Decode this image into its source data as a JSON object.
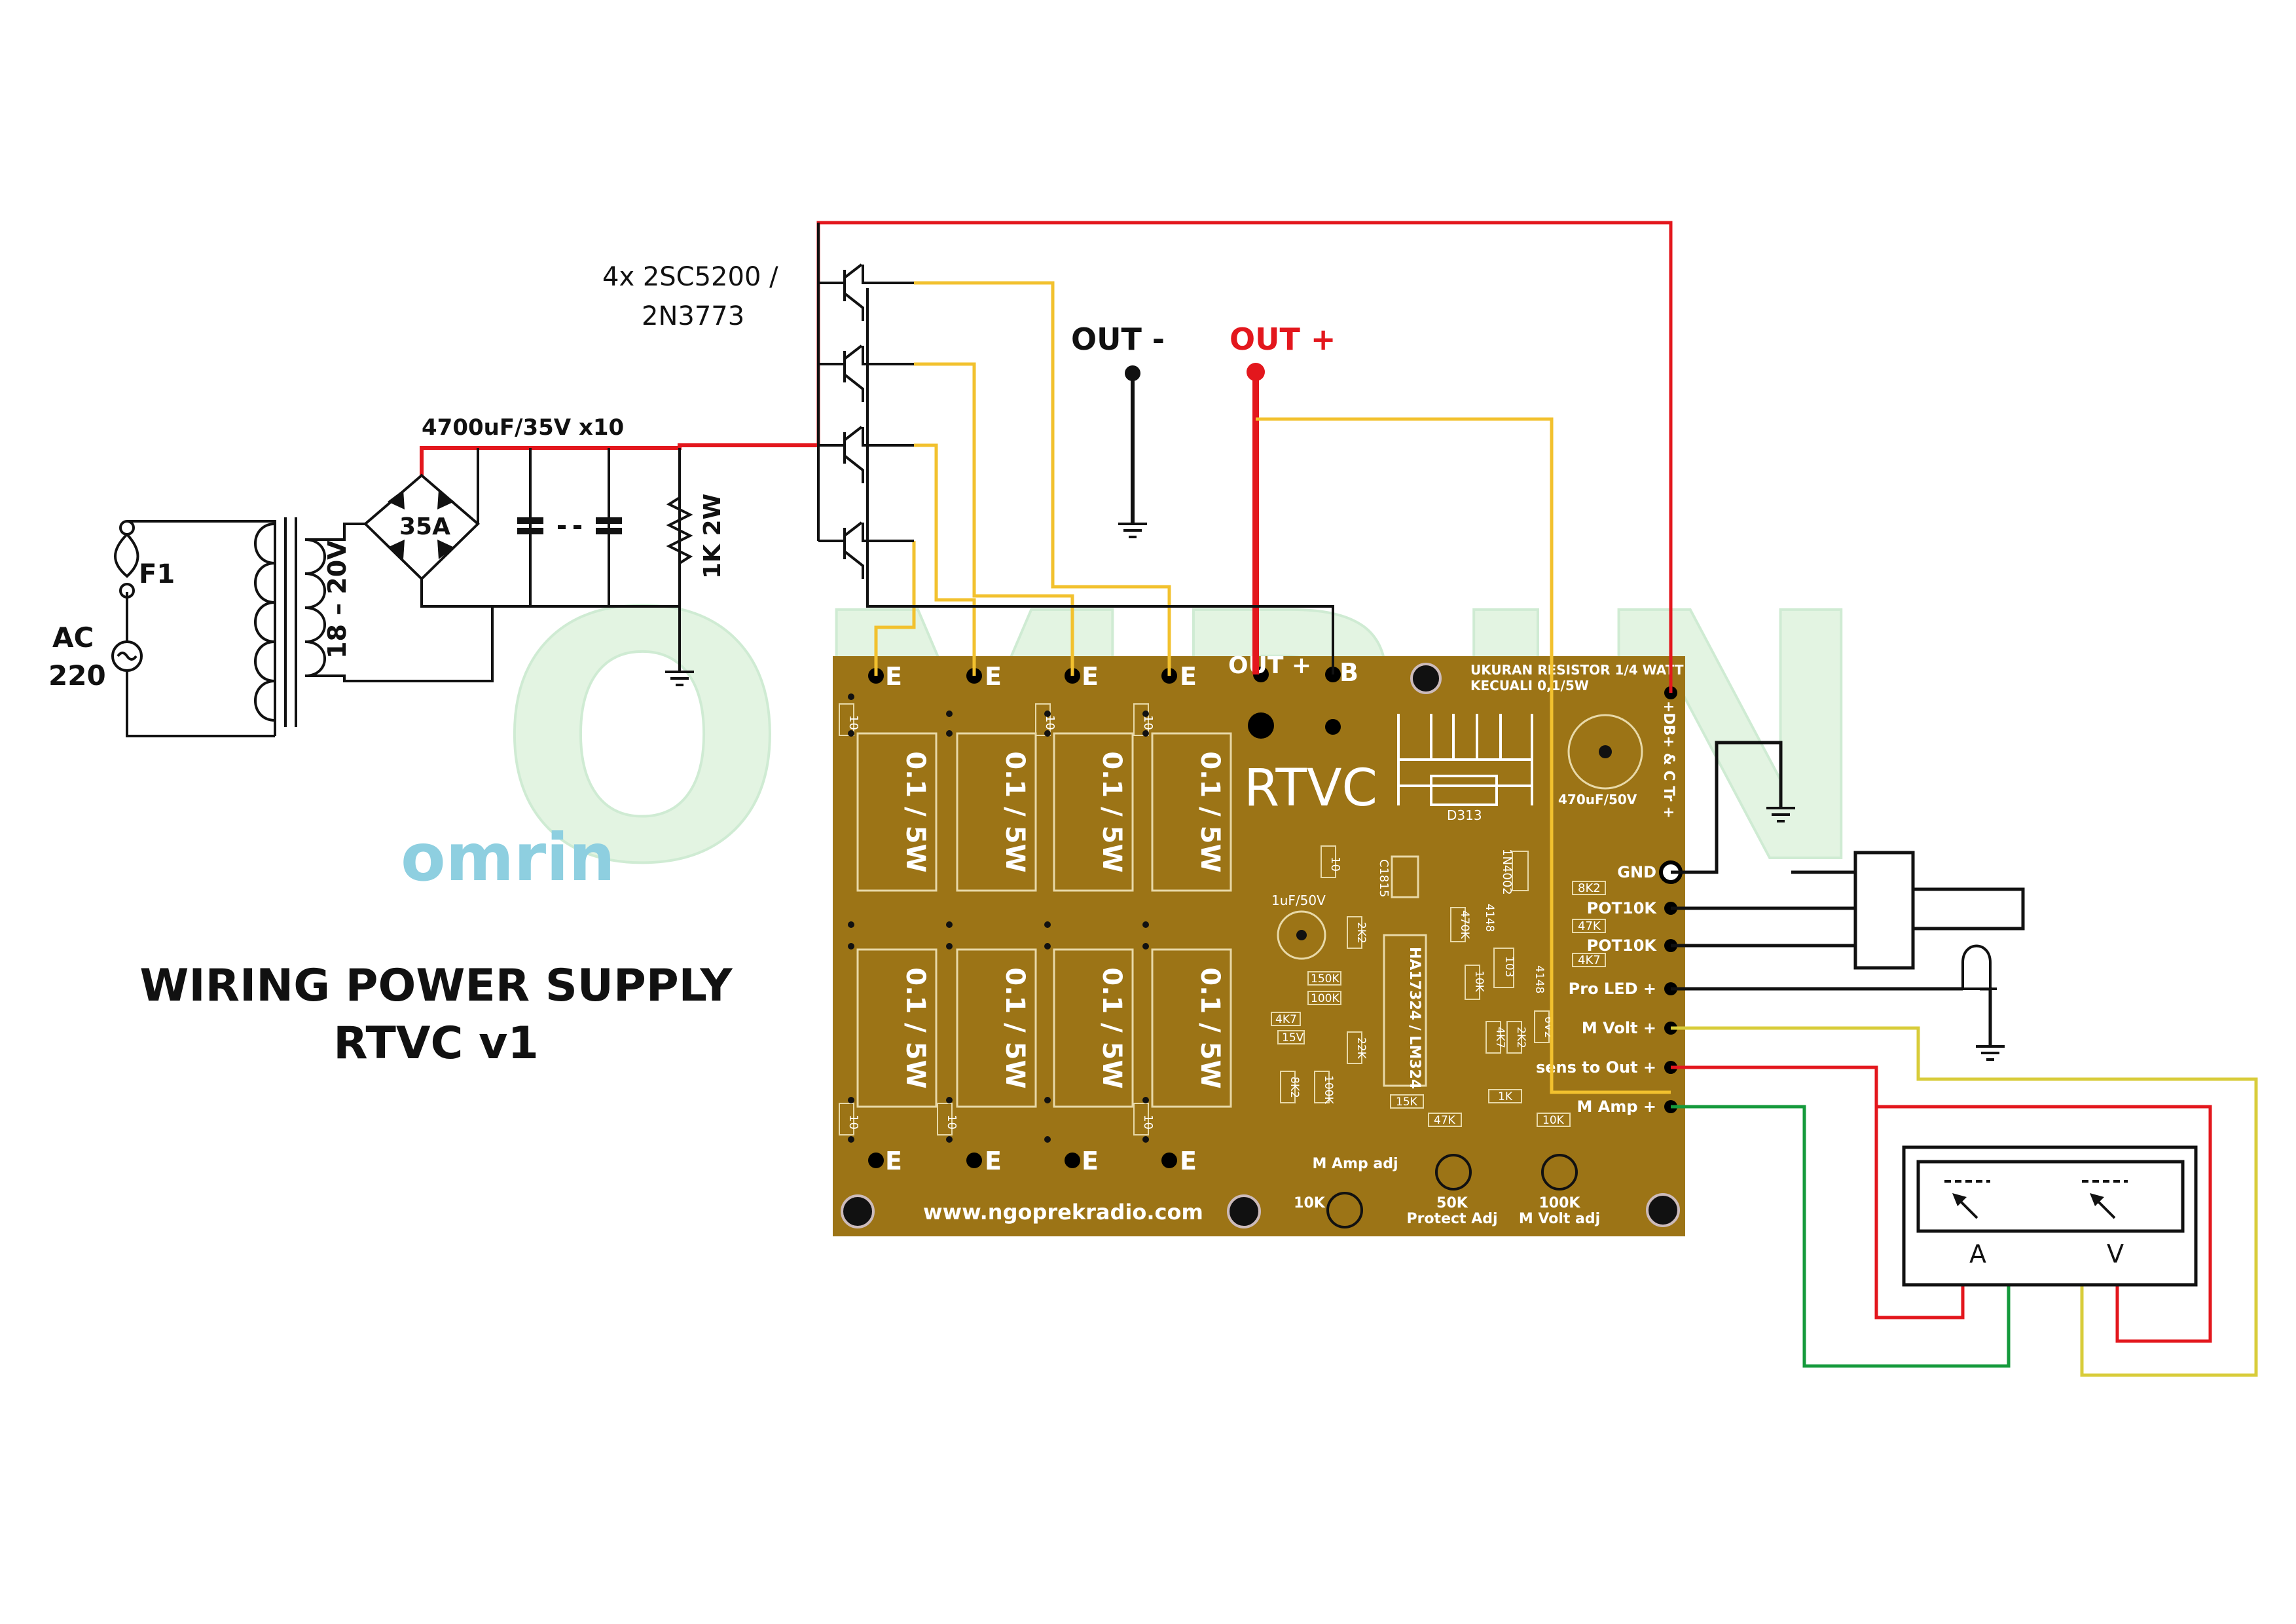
{
  "title": {
    "line1": "WIRING POWER SUPPLY",
    "line2": "RTVC v1"
  },
  "watermark": {
    "text": "omrin",
    "logo_text": "OMRIN"
  },
  "schematic": {
    "transistor_label_1": "4x 2SC5200 /",
    "transistor_label_2": "2N3773",
    "cap_label": "4700uF/35V x10",
    "fuse_label": "F1",
    "ac_label_1": "AC",
    "ac_label_2": "220",
    "transformer_label": "18 – 20V",
    "bridge_label": "35A",
    "resistor_label": "1K 2W",
    "out_minus": "OUT -",
    "out_plus": "OUT +"
  },
  "pcb": {
    "title": "RTVC",
    "url": "www.ngoprekradio.com",
    "emitter_label": "E",
    "out_label": "OUT +",
    "base_label": "B",
    "shunt_label": "0.1 / 5W",
    "res10": "10",
    "note_1": "UKURAN RESISTOR 1/4 WATT",
    "note_2": "KECUALI 0,1/5W",
    "d313": "D313",
    "cap_470": "470uF/50V",
    "dbc": "+DB+ & C Tr +",
    "c1815": "C1815",
    "cap_1u": "1uF/50V",
    "ic": "HA17324 / LM324",
    "diode1": "1N4002",
    "parts": {
      "r2k2": "2K2",
      "r150k": "150K",
      "r100k": "100K",
      "r4k7": "4K7",
      "z15v": "15V",
      "r8k2": "8K2",
      "r22k": "22K",
      "r470k": "470K",
      "d4148": "4148",
      "r10k": "10K",
      "c103": "103",
      "z6v2": "6V2",
      "r15k": "15K",
      "r47k": "47K",
      "r1k": "1K",
      "r47k_b": "47K"
    },
    "pins": [
      "GND",
      "POT10K",
      "POT10K",
      "Pro LED +",
      "M Volt +",
      "sens to Out +",
      "M Amp +"
    ],
    "pin_resistors": [
      "8K2",
      "47K",
      "4K7"
    ],
    "trimmers": {
      "m_amp": "M Amp adj",
      "m_amp_val": "10K",
      "protect_val": "50K",
      "protect": "Protect Adj",
      "m_volt_val": "100K",
      "m_volt": "M Volt adj"
    }
  },
  "meter": {
    "amp_label": "A",
    "volt_label": "V"
  },
  "colors": {
    "pcb": "#9c7416",
    "red": "#e3171d",
    "yellow": "#f2c12e",
    "green": "#159a3c",
    "olive_yellow": "#d8cc3a",
    "watermark_blue": "#8ecfe0",
    "watermark_green": "#cdeccc"
  }
}
